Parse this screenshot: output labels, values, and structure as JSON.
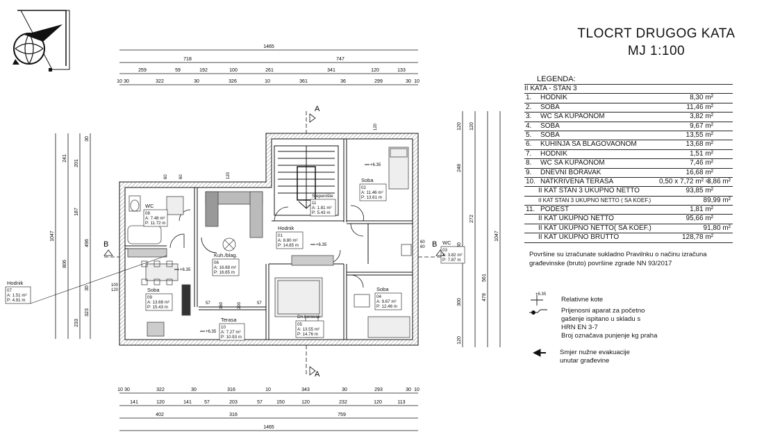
{
  "title": {
    "line1": "TLOCRT DRUGOG KATA",
    "line2": "MJ 1:100"
  },
  "legend": {
    "heading": "LEGENDA:",
    "section": "II  KATA  - STAN 3",
    "rows": [
      {
        "num": "1.",
        "label": "HODNIK",
        "value": "8,30 m²"
      },
      {
        "num": "2.",
        "label": "SOBA",
        "value": "11,46 m²"
      },
      {
        "num": "3.",
        "label": "WC SA KUPAONOM",
        "value": "3,82 m²"
      },
      {
        "num": "4.",
        "label": "SOBA",
        "value": "9,67 m²"
      },
      {
        "num": "5.",
        "label": "SOBA",
        "value": "13,55 m²"
      },
      {
        "num": "6.",
        "label": "KUHINJA SA BLAGOVAONOM",
        "value": "13,68 m²"
      },
      {
        "num": "7.",
        "label": "HODNIK",
        "value": "1,51 m²"
      },
      {
        "num": "8.",
        "label": "WC SA KUPAONOM",
        "value": "7,46 m²"
      },
      {
        "num": "9.",
        "label": "DNEVNI BORAVAK",
        "value": "16,68 m²"
      }
    ],
    "terrace": {
      "num": "10.",
      "label": "NATKRIVENA  TERASA",
      "calc": "0,50  x    7,72 m²   =",
      "value": "3,86 m²"
    },
    "net": {
      "label": "II  KAT  STAN 3  UKUPNO NETTO",
      "value": "93,85 m²"
    },
    "net_koef": {
      "label": "II  KAT  STAN 3  UKUPNO NETTO ( SA KOEF.)",
      "value": "89,99 m²"
    },
    "podest": {
      "num": "11.",
      "label": "PODEST",
      "value": "1,81 m²"
    },
    "total_net": {
      "label": "II  KAT  UKUPNO NETTO",
      "value": "95,66 m²"
    },
    "total_net_koef": {
      "label": "II  KAT UKUPNO NETTO( SA KOEF.)",
      "value": "91,80 m²"
    },
    "total_gross": {
      "label": "II  KAT  UKUPNO  BRUTTO",
      "value": "128,78 m²"
    }
  },
  "note": {
    "line1": "Površine su izračunate sukladno  Pravilnku o načinu izračuna",
    "line2": "građevinske (bruto) površine zgrade NN 93/2017"
  },
  "symbols": {
    "kote": "Relativne  kote",
    "aparat1": "Prijenosni aparat za početno",
    "aparat2": "gašenje ispitano u skladu s",
    "aparat3": "HRN EN 3-7",
    "aparat4": "Broj označava punjenje kg praha",
    "evak1": "Smjer  nužne evakuacije",
    "evak2": "unutar građevine",
    "kote_sample": "+6.35"
  },
  "plan": {
    "section_a": "A",
    "section_b": "B",
    "dims_top": {
      "total": "1465",
      "row2": [
        "718",
        "747"
      ],
      "row3": [
        "259",
        "59",
        "192",
        "100",
        "261",
        "341",
        "120",
        "133"
      ],
      "row4": [
        "10",
        "30",
        "322",
        "30",
        "326",
        "10",
        "361",
        "36",
        "299",
        "30",
        "10"
      ]
    },
    "dims_bottom": {
      "row1": [
        "10",
        "30",
        "322",
        "30",
        "316",
        "10",
        "343",
        "30",
        "293",
        "30",
        "10"
      ],
      "row2": [
        "141",
        "120",
        "141",
        "57",
        "203",
        "57",
        "150",
        "120",
        "232",
        "120",
        "113"
      ],
      "row3": [
        "402",
        "316",
        "759"
      ],
      "total": "1465"
    },
    "dims_left": {
      "total": "1047",
      "sub": "806",
      "parts": [
        "241",
        "201",
        "187",
        "496",
        "323",
        "233",
        "30",
        "30"
      ]
    },
    "dims_right": {
      "total": "1047",
      "sub": "561",
      "parts": [
        "120",
        "120",
        "248",
        "272",
        "230",
        "300",
        "478",
        "120"
      ]
    },
    "rooms": [
      {
        "name": "WC",
        "no": "08",
        "a": "A:   7.48 m²",
        "p": "P:   11.72 m"
      },
      {
        "name": "Kuh./blag.",
        "no": "06",
        "a": "A:   16.68 m²",
        "p": "P:   16.65 m"
      },
      {
        "name": "Soba",
        "no": "09",
        "a": "A:   13.68 m²",
        "p": "P:   15.43 m"
      },
      {
        "name": "Terasa",
        "no": "10",
        "a": "A:   7.27 m²",
        "p": "P:   10.93 m"
      },
      {
        "name": "Hodnik",
        "no": "01",
        "a": "A:   8.80 m²",
        "p": "P:   14.85 m"
      },
      {
        "name": "Stepenište",
        "no": "11",
        "a": "A:   1.81 m²",
        "p": "P:   5.43 m"
      },
      {
        "name": "Soba",
        "no": "02",
        "a": "A:   11.46 m²",
        "p": "P:   13.61 m"
      },
      {
        "name": "Dn.boravak",
        "no": "05",
        "a": "A:   13.55 m²",
        "p": "P:   14.76 m"
      },
      {
        "name": "Soba",
        "no": "04",
        "a": "A:   9.67 m²",
        "p": "P:   12.46 m"
      },
      {
        "name": "WC",
        "no": "03",
        "a": "A:   3.82 m²",
        "p": "P:   7.87 m"
      }
    ],
    "hodnik_tag": {
      "name": "Hodnik",
      "no": "07",
      "a": "A:   1.51 m²",
      "p": "P:   4.91 m"
    },
    "levels": [
      "+6.35",
      "+6.35",
      "+6.35",
      "+6.35"
    ],
    "misc": [
      "60",
      "60",
      "120",
      "120",
      "60",
      "60",
      "100",
      "120",
      "57",
      "57",
      "200",
      "160"
    ]
  },
  "colors": {
    "line": "#111111",
    "wall_fill": "#dcdcdc",
    "furniture": "#555555"
  }
}
